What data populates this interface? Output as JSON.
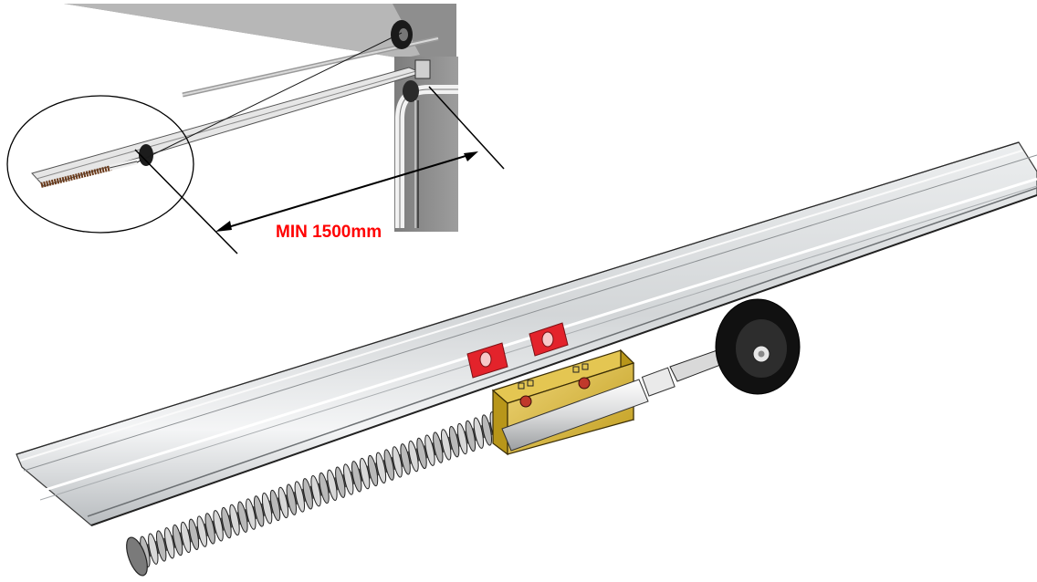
{
  "diagram": {
    "dimension_label": "MIN 1500mm",
    "colors": {
      "dimension_text": "#ff0000",
      "rail": "#cfd2d4",
      "bracket": "#d4b52a",
      "spring": "#9a9a9a",
      "tab": "#e3232b",
      "wheel": "#1a1a1a",
      "frame": "#8c8c8c"
    },
    "parts": [
      "top-view-inset",
      "rail",
      "tension-spring",
      "spring-bracket",
      "pulley-wheel",
      "red-clips"
    ]
  }
}
